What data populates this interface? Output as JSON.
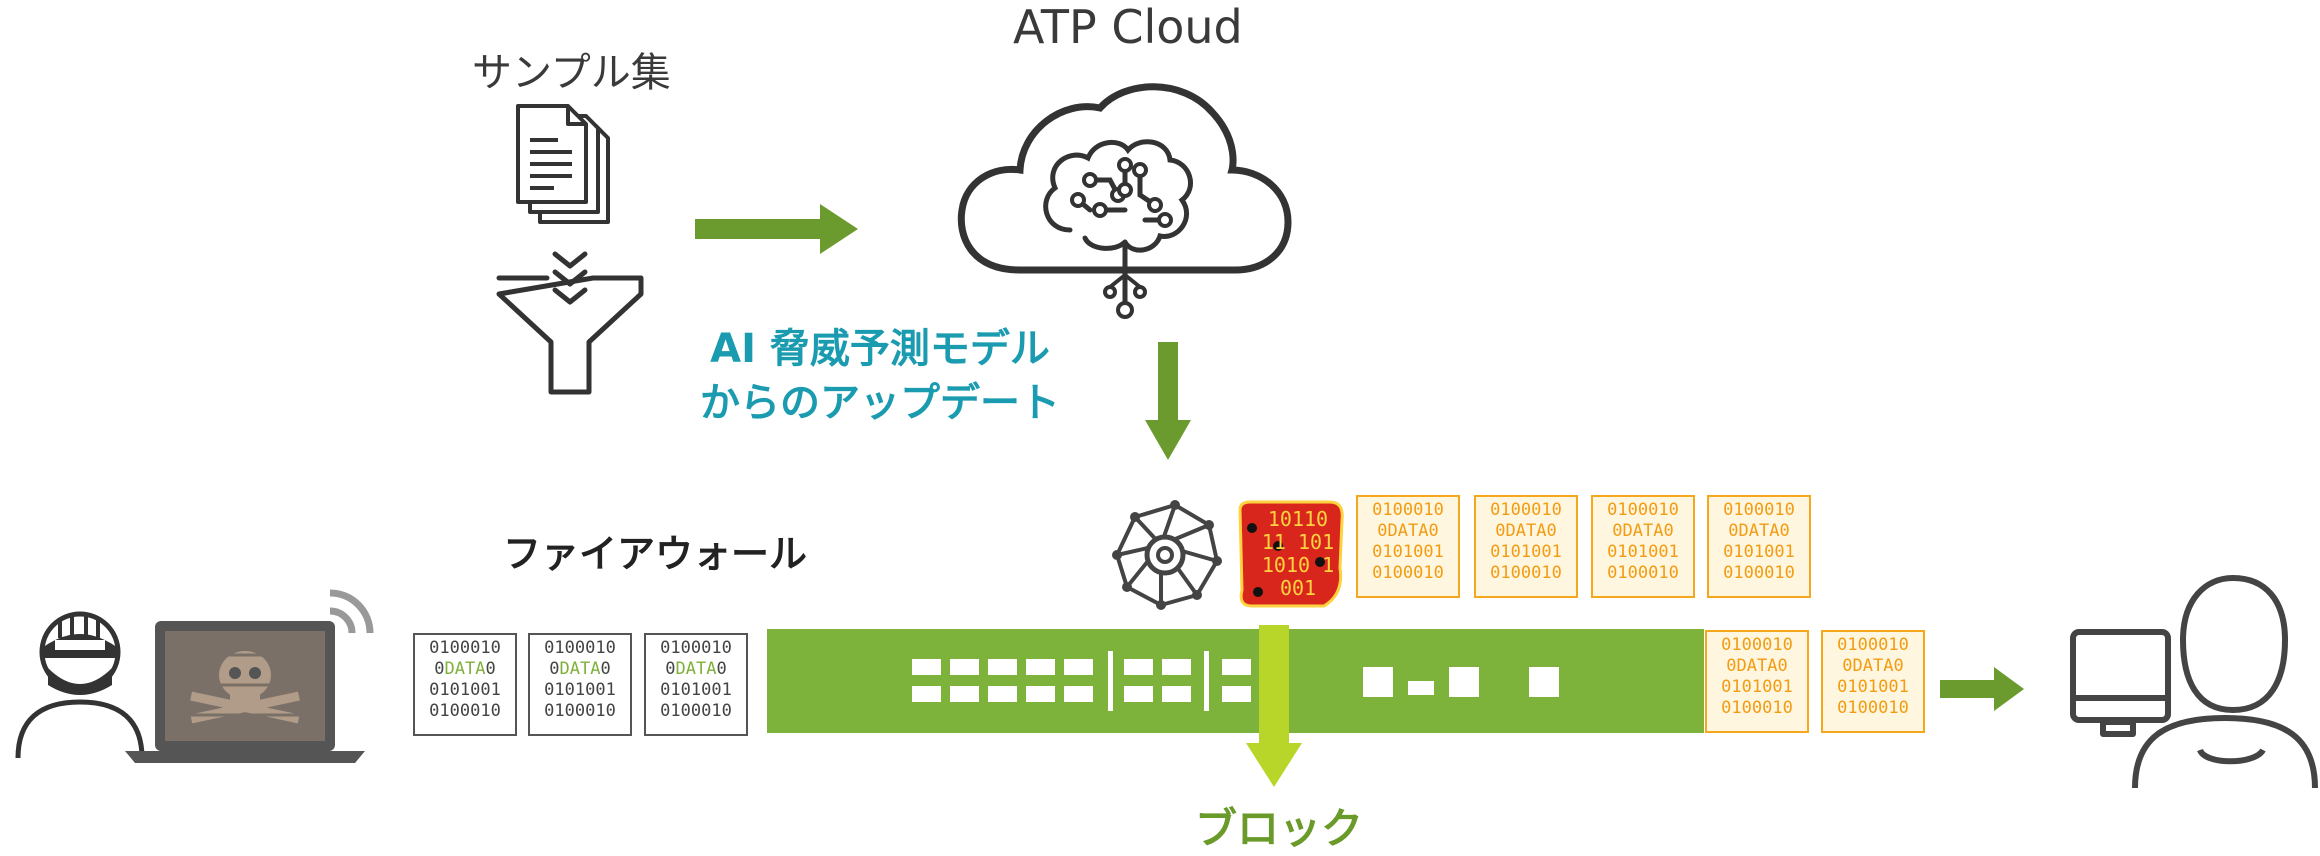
{
  "labels": {
    "sample_set": "サンプル集",
    "cloud_title": "ATP Cloud",
    "ai_update_line1": "AI 脅威予測モデル",
    "ai_update_line2": "からのアップデート",
    "firewall": "ファイアウォール",
    "block": "ブロック"
  },
  "packet_text": {
    "line1": "0100010",
    "line2a": "0",
    "line2_mid": "DATA",
    "line2b": "0",
    "line3": "0101001",
    "line4": "0100010"
  },
  "malware_text": {
    "line1": "10110",
    "line2": "11 101",
    "line3": "1010 1",
    "line4": "001"
  },
  "colors": {
    "arrow_green": "#6b9a2e",
    "firewall_green": "#7db33a",
    "block_arrow": "#b8d629",
    "teal_text": "#1a9bb0",
    "packet_orange": "#f39c12",
    "malware_red": "#d9261c"
  },
  "icons": [
    "documents-icon",
    "funnel-icon",
    "cloud-brain-icon",
    "ai-gear-brain-icon",
    "malware-document-icon",
    "hacker-icon",
    "laptop-skull-icon",
    "user-computer-icon"
  ]
}
